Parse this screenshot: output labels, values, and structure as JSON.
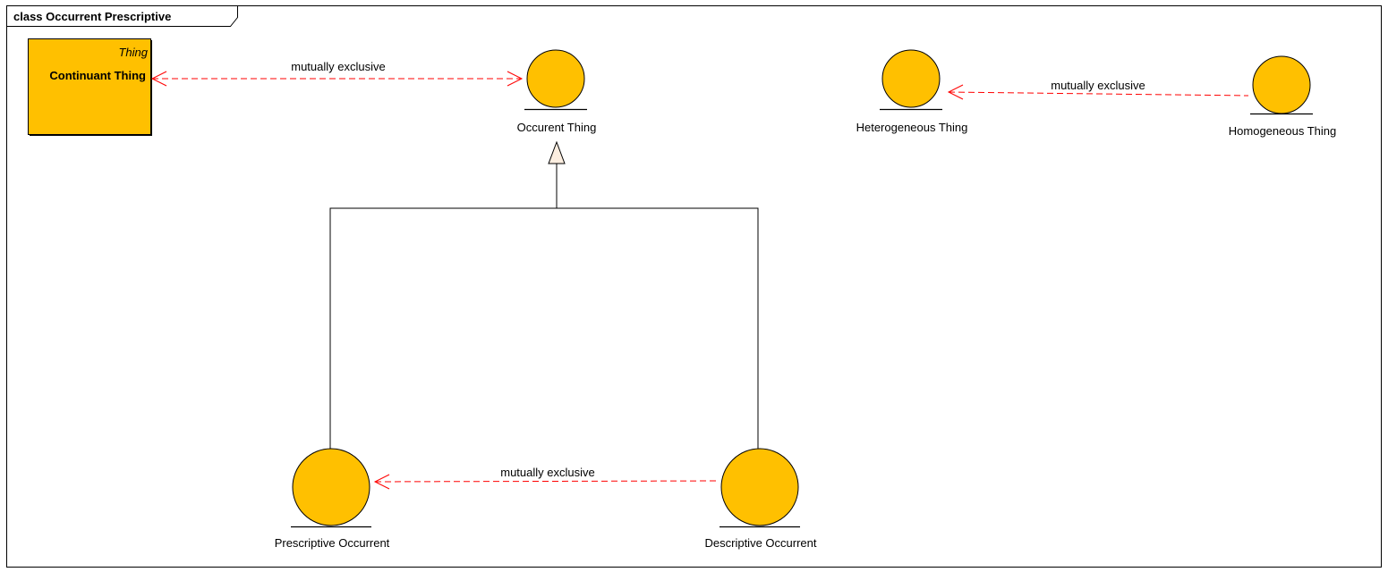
{
  "diagram": {
    "title": "class Occurrent Prescriptive",
    "colors": {
      "fill": "#FFC000",
      "dependency": "#FF0000",
      "line": "#000000",
      "gen_head": "#FCEEE0"
    }
  },
  "class_box": {
    "stereotype": "Thing",
    "name": "Continuant Thing"
  },
  "entities": {
    "occurent": "Occurent Thing",
    "heterogeneous": "Heterogeneous Thing",
    "homogeneous": "Homogeneous Thing",
    "prescriptive": "Prescriptive Occurrent",
    "descriptive": "Descriptive Occurrent"
  },
  "relations": {
    "continuant_occurent": "mutually exclusive",
    "homogeneous_heterogeneous": "mutually exclusive",
    "descriptive_prescriptive": "mutually exclusive"
  }
}
